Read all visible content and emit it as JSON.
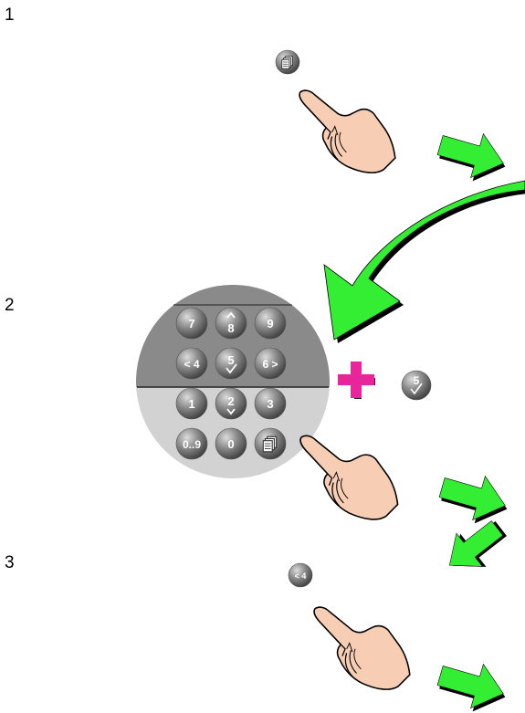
{
  "steps": [
    {
      "number": "1",
      "button": {
        "icon": "copy-icon"
      }
    },
    {
      "number": "2",
      "keypad": {
        "upper_rows": [
          [
            {
              "label": "7"
            },
            {
              "label": "8",
              "icon": "up-caret"
            },
            {
              "label": "9"
            }
          ],
          [
            {
              "label": "< 4"
            },
            {
              "label": "5",
              "icon": "check"
            },
            {
              "label": "6 >"
            }
          ]
        ],
        "lower_rows": [
          [
            {
              "label": "1"
            },
            {
              "label": "2",
              "icon": "down-caret"
            },
            {
              "label": "3"
            }
          ],
          [
            {
              "label": "0..9"
            },
            {
              "label": "0"
            },
            {
              "label": "",
              "icon": "copy-icon"
            }
          ]
        ]
      },
      "plus_symbol": {
        "icon": "plus-icon",
        "color": "#e8259a"
      },
      "combo_button": {
        "label": "5",
        "icon": "check"
      }
    },
    {
      "number": "3",
      "button": {
        "label": "< 4"
      }
    }
  ],
  "colors": {
    "arrow": "#33ee33",
    "arrow_shadow": "#000000",
    "keypad_upper": "#8a8a8a",
    "keypad_lower": "#d2d2d2",
    "skin": "#f7cdb4"
  }
}
